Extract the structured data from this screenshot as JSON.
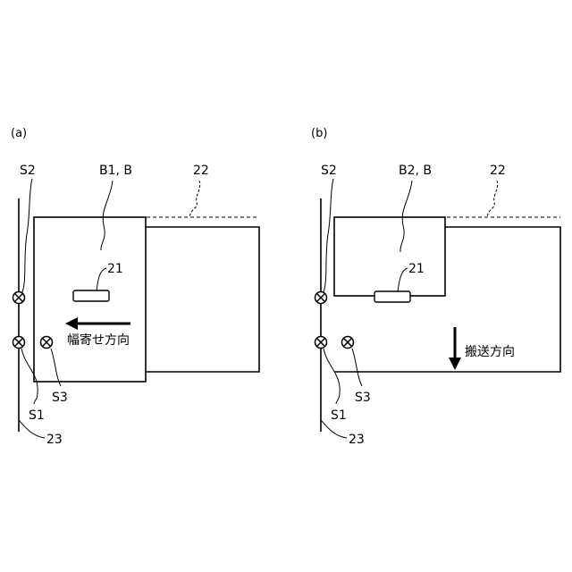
{
  "panel_a": {
    "caption": "(a)",
    "labels": {
      "s2": "S2",
      "board": "B1, B",
      "ref22": "22",
      "ref21": "21",
      "direction": "幅寄せ方向",
      "s3": "S3",
      "s1": "S1",
      "ref23": "23"
    }
  },
  "panel_b": {
    "caption": "(b)",
    "labels": {
      "s2": "S2",
      "board": "B2, B",
      "ref22": "22",
      "ref21": "21",
      "direction": "搬送方向",
      "s3": "S3",
      "s1": "S1",
      "ref23": "23"
    }
  }
}
